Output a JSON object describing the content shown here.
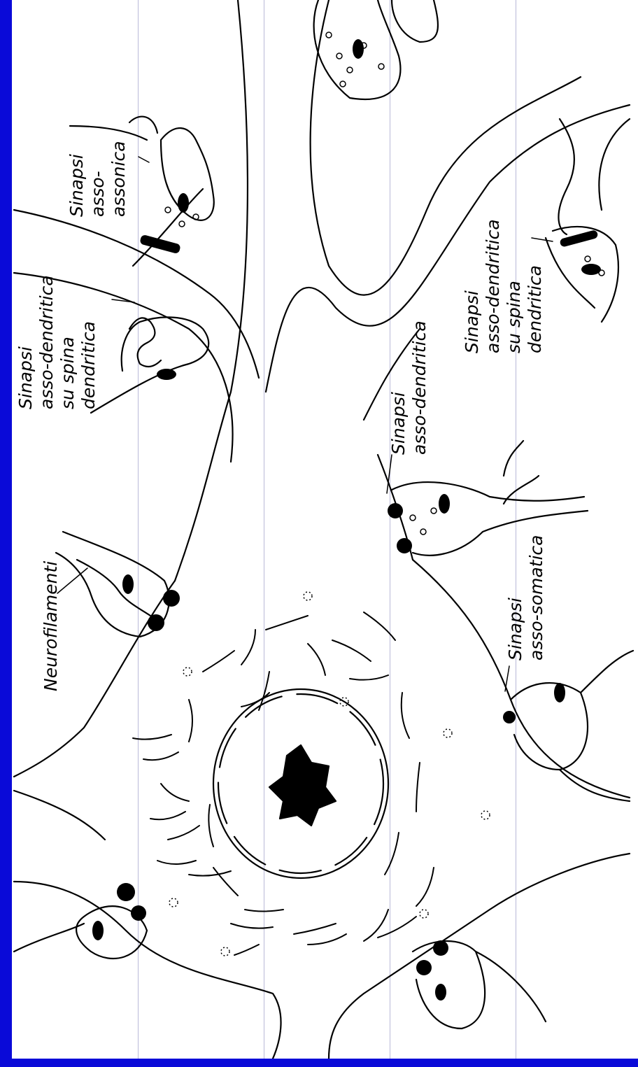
{
  "colors": {
    "frame": "#0a0ad8",
    "ink": "#000000",
    "background": "#ffffff",
    "gridline": "#b9b9d8"
  },
  "labels": {
    "neurofilamenti": "Neurofilamenti",
    "asso_dendritica_spina_left": [
      "Sinapsi",
      "asso-dendritica",
      "su spina",
      "dendritica"
    ],
    "asso_assonica": [
      "Sinapsi",
      "asso-",
      "assonica"
    ],
    "asso_dendritica": [
      "Sinapsi",
      "asso-dendritica"
    ],
    "asso_dendritica_spina_right": [
      "Sinapsi",
      "asso-dendritica",
      "su spina",
      "dendritica"
    ],
    "asso_somatica": [
      "Sinapsi",
      "asso-somatica"
    ]
  }
}
